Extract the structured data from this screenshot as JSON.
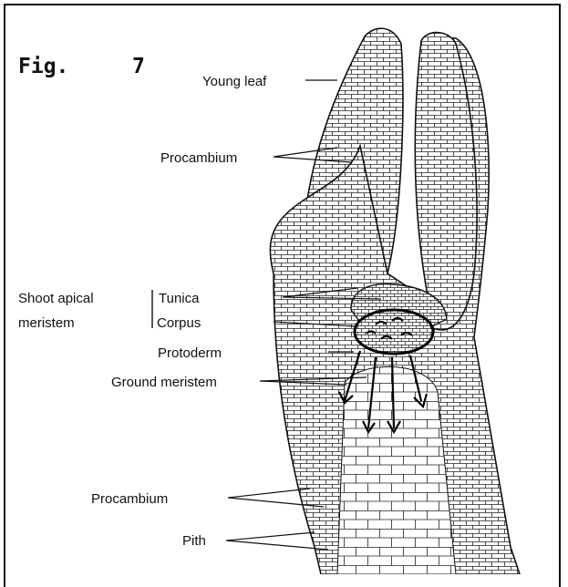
{
  "figure": {
    "label": "Fig.",
    "number": "7"
  },
  "labels": {
    "young_leaf": "Young leaf",
    "procambium_top": "Procambium",
    "shoot_apical": "Shoot apical",
    "meristem": "meristem",
    "tunica": "Tunica",
    "corpus": "Corpus",
    "protoderm": "Protoderm",
    "ground_meristem": "Ground meristem",
    "procambium_bottom": "Procambium",
    "pith": "Pith"
  },
  "colors": {
    "ink": "#111111",
    "background": "#ffffff"
  }
}
